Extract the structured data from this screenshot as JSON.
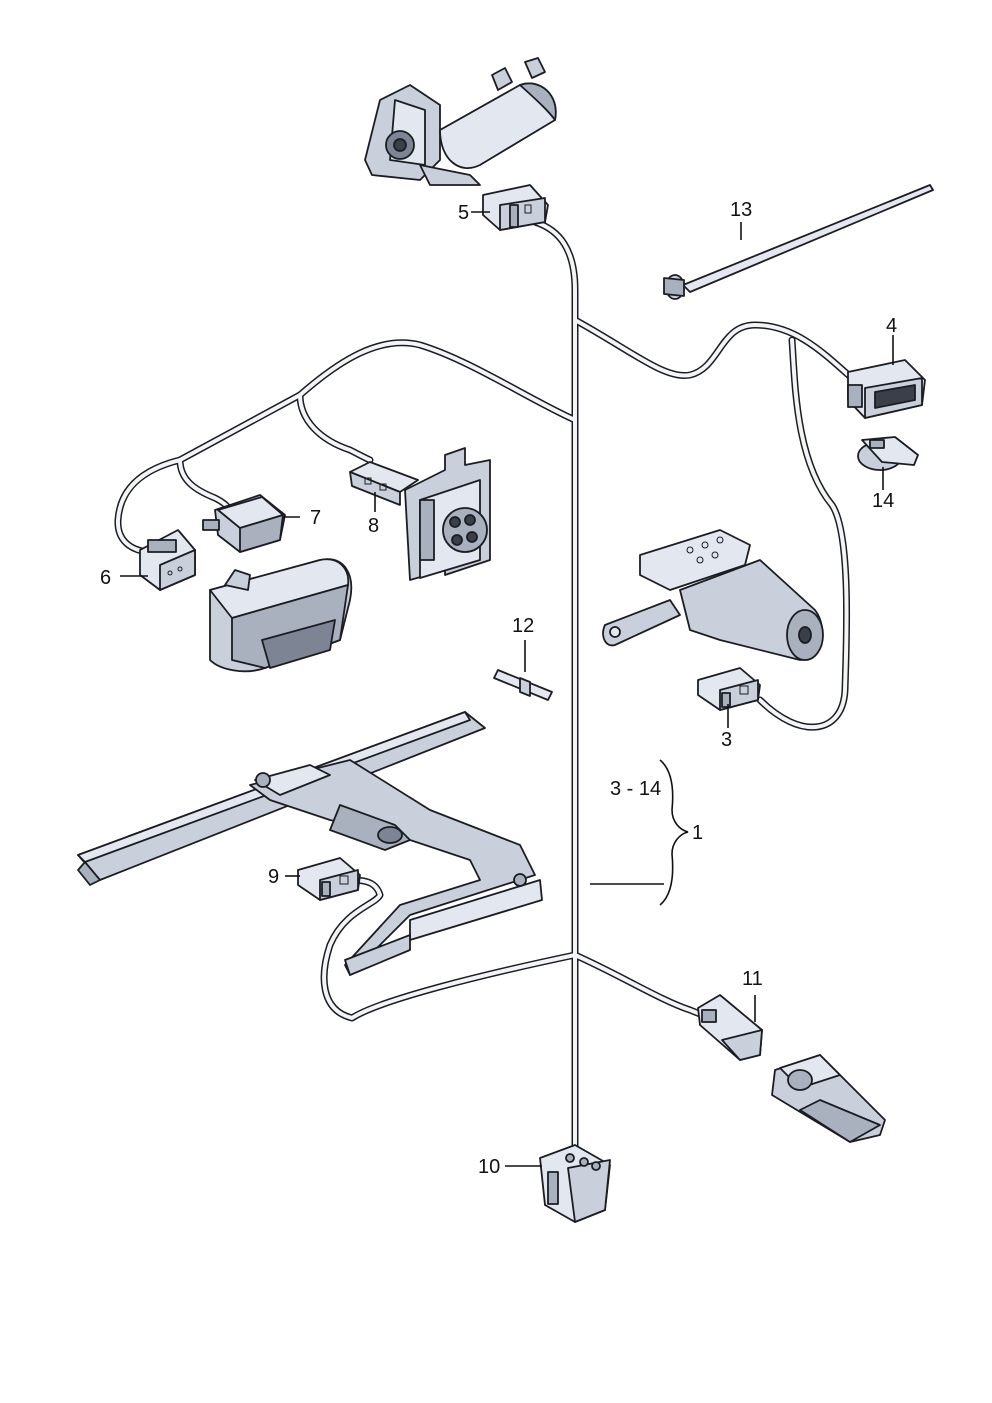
{
  "callouts": {
    "c1": "1",
    "c3": "3",
    "c3_14": "3 - 14",
    "c4": "4",
    "c5": "5",
    "c6": "6",
    "c7": "7",
    "c8": "8",
    "c9": "9",
    "c10": "10",
    "c11": "11",
    "c12": "12",
    "c13": "13",
    "c14": "14"
  },
  "colors": {
    "line": "#1b1d22",
    "part_light": "#e3e8f0",
    "part_mid": "#c9d0dc",
    "part_shade": "#a9b1bf",
    "background": "#ffffff"
  }
}
